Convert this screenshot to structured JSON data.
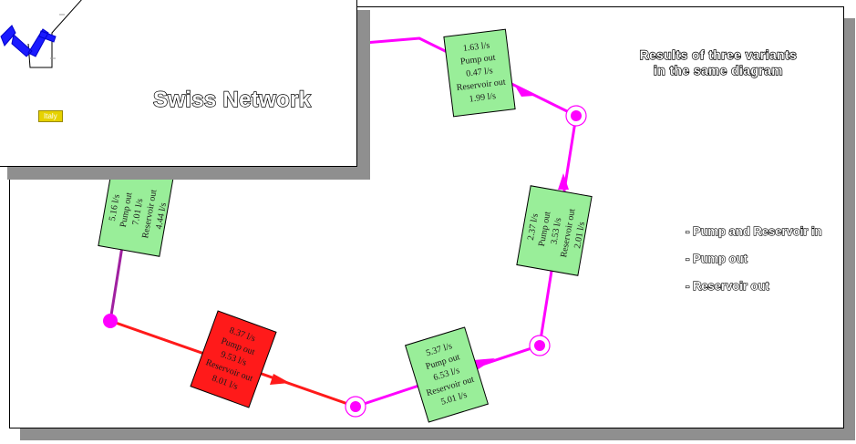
{
  "inset": {
    "title": "Swiss Network",
    "country_label": "Italy"
  },
  "main": {
    "title_line1": "Results of three variants",
    "title_line2": "in the same diagram",
    "legend": [
      "- Pump and Reservoir in",
      "- Pump out",
      "- Reservoir out"
    ]
  },
  "colors": {
    "red": "#ff1a1a",
    "magenta": "#ff00ff",
    "purple": "#a020a0",
    "box_green": "#99ee99",
    "box_red": "#ff1a1a",
    "shadow": "#8f8f8f",
    "flag": "#e6d200"
  },
  "boxes": [
    {
      "id": "box-top",
      "lines": [
        "1.63 l/s",
        "Pump out",
        "0.47 l/s",
        "Reservoir out",
        "1.99 l/s"
      ],
      "color": "green"
    },
    {
      "id": "box-left",
      "lines": [
        "5.16 l/s",
        "Pump out",
        "7.01 l/s",
        "Reservoir out",
        "4.44 l/s"
      ],
      "color": "green"
    },
    {
      "id": "box-right",
      "lines": [
        "2.37 l/s",
        "Pump out",
        "3.53 l/s",
        "Reservoir out",
        "2.01 l/s"
      ],
      "color": "green"
    },
    {
      "id": "box-red",
      "lines": [
        "8.37 l/s",
        "Pump out",
        "9.53 l/s",
        "Reservoir out",
        "8.01 l/s"
      ],
      "color": "red"
    },
    {
      "id": "box-bottom",
      "lines": [
        "5.37 l/s",
        "Pump out",
        "6.53 l/s",
        "Reservoir out",
        "5.01 l/s"
      ],
      "color": "green"
    }
  ]
}
